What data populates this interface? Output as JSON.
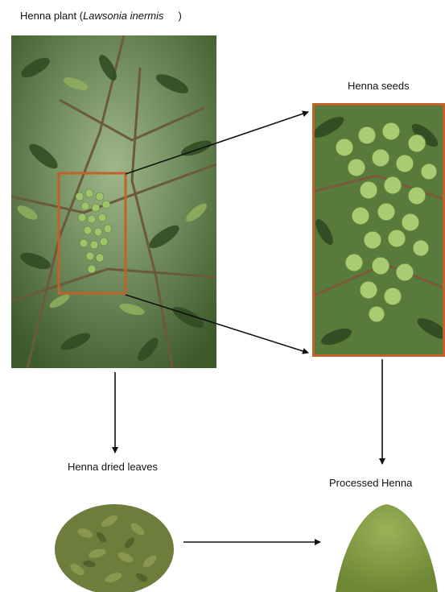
{
  "labels": {
    "plant_prefix": "Henna plant (",
    "plant_species": "Lawsonia inermis",
    "plant_suffix": ")",
    "seeds": "Henna seeds",
    "dried_leaves": "Henna dried leaves",
    "processed": "Processed Henna"
  },
  "colors": {
    "highlight_box": "#c0622a",
    "arrow": "#111111",
    "foliage_dark": "#2f4a22",
    "foliage_light": "#8fae5e",
    "seed_green": "#9cc46a",
    "dried_leaf": "#6f7d3c",
    "powder": "#7f9a3f"
  },
  "images": [
    {
      "name": "henna-plant-photo",
      "depicts": "henna plant with seed cluster"
    },
    {
      "name": "henna-seeds-photo",
      "depicts": "close-up of henna seed pods"
    },
    {
      "name": "henna-dried-leaves-photo",
      "depicts": "heap of dried henna leaves"
    },
    {
      "name": "processed-henna-photo",
      "depicts": "mound of green henna powder"
    }
  ]
}
